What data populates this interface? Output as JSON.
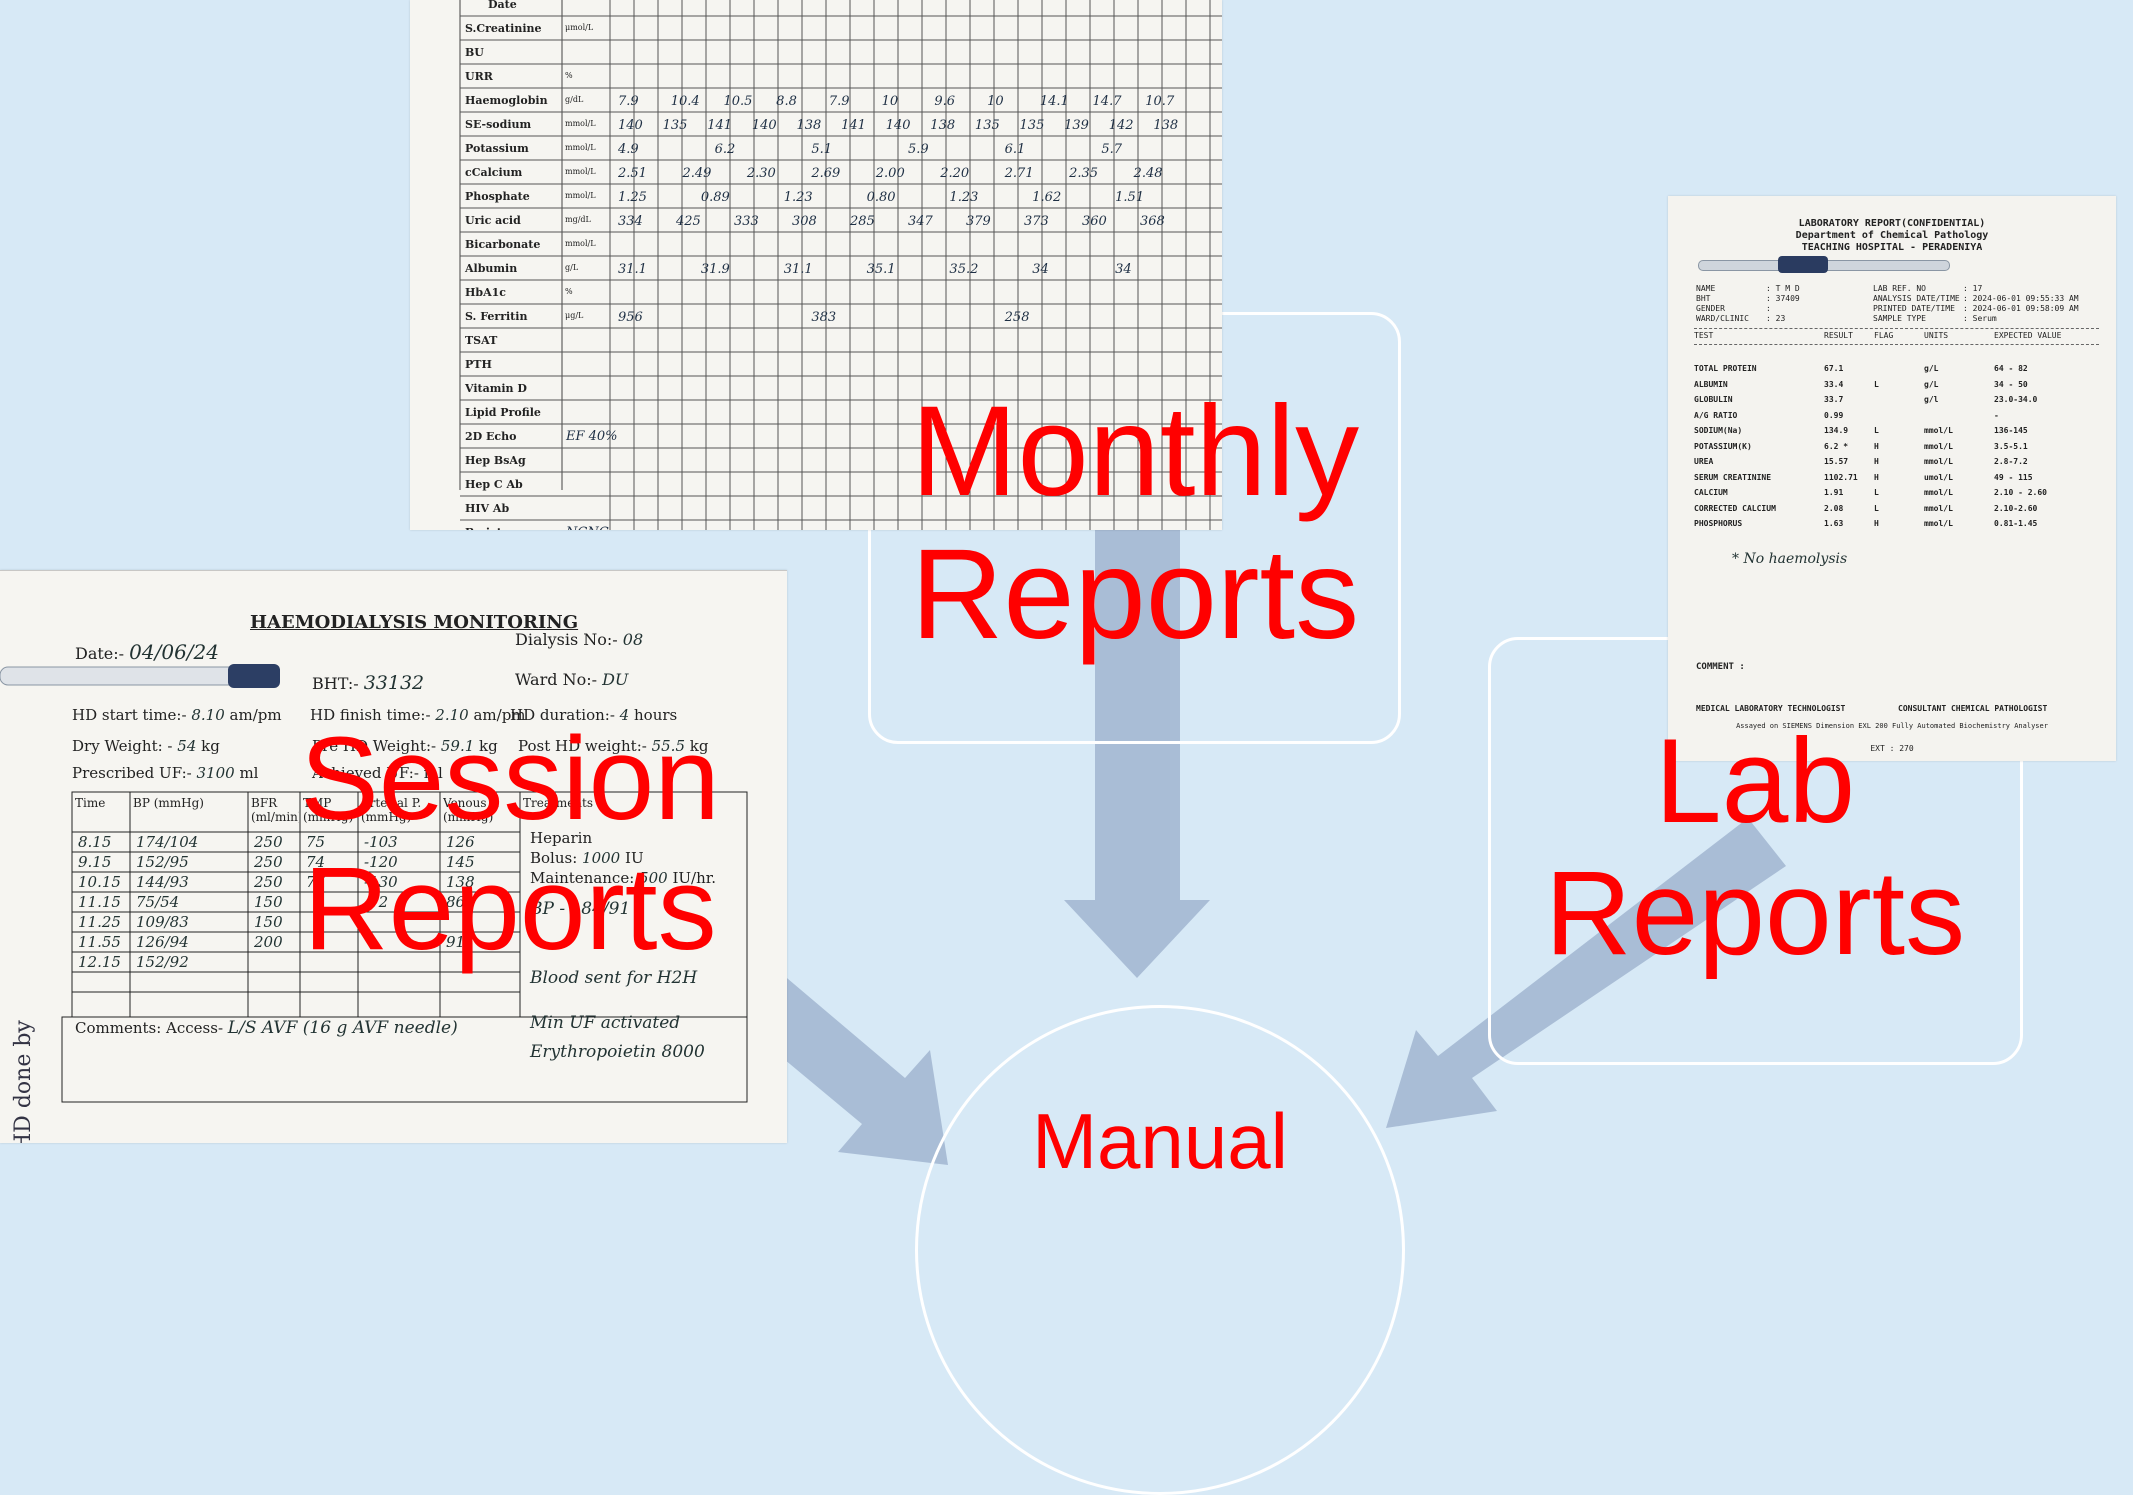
{
  "colors": {
    "background": "#d7e9f6",
    "frame": "#ffffff",
    "arrow": "#a9bdd6",
    "label": "#ff0000",
    "paper": "#f6f5f1",
    "ink": "#233340"
  },
  "labels": {
    "monthly": [
      "Monthly",
      "Reports"
    ],
    "session": [
      "Session",
      "Reports"
    ],
    "lab": [
      "Lab",
      "Reports"
    ],
    "manual": "Manual"
  },
  "monthly_doc": {
    "header": "Date",
    "rows": [
      {
        "name": "S.Creatinine",
        "unit": "μmol/L"
      },
      {
        "name": "BU",
        "unit": ""
      },
      {
        "name": "URR",
        "unit": "%"
      },
      {
        "name": "Haemoglobin",
        "unit": "g/dL"
      },
      {
        "name": "SE-sodium",
        "unit": "mmol/L"
      },
      {
        "name": "Potassium",
        "unit": "mmol/L"
      },
      {
        "name": "cCalcium",
        "unit": "mmol/L"
      },
      {
        "name": "Phosphate",
        "unit": "mmol/L"
      },
      {
        "name": "Uric acid",
        "unit": "mg/dL"
      },
      {
        "name": "Bicarbonate",
        "unit": "mmol/L"
      },
      {
        "name": "Albumin",
        "unit": "g/L"
      },
      {
        "name": "HbA1c",
        "unit": "%"
      },
      {
        "name": "S. Ferritin",
        "unit": "μg/L"
      },
      {
        "name": "TSAT",
        "unit": ""
      },
      {
        "name": "PTH",
        "unit": ""
      },
      {
        "name": "Vitamin D",
        "unit": ""
      },
      {
        "name": "Lipid Profile",
        "unit": ""
      },
      {
        "name": "2D Echo",
        "unit": ""
      },
      {
        "name": "Hep BsAg",
        "unit": ""
      },
      {
        "name": "Hep C Ab",
        "unit": ""
      },
      {
        "name": "HIV Ab",
        "unit": ""
      },
      {
        "name": "B picture",
        "unit": ""
      }
    ],
    "values": {
      "haemoglobin": [
        "7.9",
        "10.4",
        "10.5",
        "8.8",
        "7.9",
        "10",
        "9.6",
        "10",
        "14.1",
        "14.7",
        "10.7"
      ],
      "sodium": [
        "140",
        "135",
        "141",
        "140",
        "138",
        "141",
        "140",
        "138",
        "135",
        "135",
        "139",
        "142",
        "138"
      ],
      "potassium": [
        "4.9",
        "6.2",
        "5.1",
        "5.9",
        "6.1",
        "5.7"
      ],
      "calcium": [
        "2.51",
        "2.49",
        "2.30",
        "2.69",
        "2.00",
        "2.20",
        "2.71",
        "2.35",
        "2.48"
      ],
      "phosphate": [
        "1.25",
        "0.89",
        "1.23",
        "0.80",
        "1.23",
        "1.62",
        "1.51"
      ],
      "uric_acid": [
        "334",
        "425",
        "333",
        "308",
        "285",
        "347",
        "379",
        "373",
        "360",
        "368"
      ],
      "albumin": [
        "31.1",
        "31.9",
        "31.1",
        "35.1",
        "35.2",
        "34",
        "34"
      ],
      "ferritin": [
        "956",
        "383",
        "258"
      ],
      "notes": [
        "EF 40%",
        "NCNC"
      ]
    }
  },
  "session_doc": {
    "title": "HAEMODIALYSIS MONITORING",
    "date_label": "Date:-",
    "date_value": "04/06/24",
    "dialysis_no_label": "Dialysis No:-",
    "dialysis_no_value": "08",
    "bht_label": "BHT:-",
    "bht_value": "33132",
    "ward_label": "Ward No:-",
    "ward_value": "DU",
    "start_label": "HD start time:-",
    "start_value": "8.10",
    "start_unit": "am/pm",
    "finish_label": "HD finish time:-",
    "finish_value": "2.10",
    "finish_unit": "am/pm",
    "duration_label": "HD duration:-",
    "duration_value": "4",
    "duration_unit": "hours",
    "dry_label": "Dry Weight: -",
    "dry_value": "54",
    "dry_unit": "kg",
    "pre_label": "Pre HD Weight:-",
    "pre_value": "59.1",
    "pre_unit": "kg",
    "post_label": "Post HD weight:-",
    "post_value": "55.5",
    "post_unit": "kg",
    "uf_label": "Prescribed UF:-",
    "uf_value": "3100",
    "uf_unit": "ml",
    "achieved_label": "Achieved UF:-",
    "achieved_unit": "ml",
    "columns": [
      "Time",
      "BP (mmHg)",
      "BFR (ml/min)",
      "TMP (mmHg)",
      "Arterial P. (mmHg)",
      "Venous P. (mmHg)",
      "Treatments"
    ],
    "rows": [
      [
        "8.15",
        "174/104",
        "250",
        "75",
        "-103",
        "126"
      ],
      [
        "9.15",
        "152/95",
        "250",
        "74",
        "-120",
        "145"
      ],
      [
        "10.15",
        "144/93",
        "250",
        "77",
        "-130",
        "138"
      ],
      [
        "11.15",
        "75/54",
        "150",
        "",
        "-72",
        "86"
      ],
      [
        "11.25",
        "109/83",
        "150",
        "",
        "",
        ""
      ],
      [
        "11.55",
        "126/94",
        "200",
        "",
        "",
        "91"
      ],
      [
        "12.15",
        "152/92",
        "",
        "",
        "",
        ""
      ]
    ],
    "heparin": "Heparin",
    "bolus_label": "Bolus:",
    "bolus_value": "1000",
    "bolus_unit": "IU",
    "maintenance_label": "Maintenance:",
    "maintenance_value": "500",
    "maintenance_unit": "IU/hr.",
    "notes": [
      "BP - 184/91",
      "Blood sent for H2H",
      "Min UF activated",
      "Erythropoietin 8000"
    ],
    "comments_label": "Comments: Access-",
    "comments_value": "L/S AVF (16 g AVF needle)"
  },
  "lab_doc": {
    "title": "LABORATORY REPORT(CONFIDENTIAL)",
    "department": "Department of Chemical Pathology",
    "hospital": "TEACHING HOSPITAL - PERADENIYA",
    "meta_left": [
      {
        "label": "NAME",
        "value": ": T M D"
      },
      {
        "label": "BHT",
        "value": ": 37409"
      },
      {
        "label": "GENDER",
        "value": ":"
      },
      {
        "label": "WARD/CLINIC",
        "value": ": 23"
      }
    ],
    "meta_right": [
      {
        "label": "LAB REF. NO",
        "value": ": 17"
      },
      {
        "label": "ANALYSIS DATE/TIME",
        "value": ": 2024-06-01 09:55:33 AM"
      },
      {
        "label": "PRINTED DATE/TIME",
        "value": ": 2024-06-01 09:58:09 AM"
      },
      {
        "label": "SAMPLE TYPE",
        "value": ": Serum"
      }
    ],
    "columns": [
      "TEST",
      "RESULT",
      "FLAG",
      "UNITS",
      "EXPECTED VALUE"
    ],
    "rows": [
      [
        "TOTAL PROTEIN",
        "67.1",
        "",
        "g/L",
        "64 - 82"
      ],
      [
        "ALBUMIN",
        "33.4",
        "L",
        "g/L",
        "34 - 50"
      ],
      [
        "GLOBULIN",
        "33.7",
        "",
        "g/l",
        "23.0-34.0"
      ],
      [
        "A/G RATIO",
        "0.99",
        "",
        "",
        "-"
      ],
      [
        "SODIUM(Na)",
        "134.9",
        "L",
        "mmol/L",
        "136-145"
      ],
      [
        "POTASSIUM(K)",
        "6.2 *",
        "H",
        "mmol/L",
        "3.5-5.1"
      ],
      [
        "UREA",
        "15.57",
        "H",
        "mmol/L",
        "2.8-7.2"
      ],
      [
        "SERUM CREATININE",
        "1102.71",
        "H",
        "umol/L",
        "49 - 115"
      ],
      [
        "CALCIUM",
        "1.91",
        "L",
        "mmol/L",
        "2.10 - 2.60"
      ],
      [
        "CORRECTED CALCIUM",
        "2.08",
        "L",
        "mmol/L",
        "2.10-2.60"
      ],
      [
        "PHOSPHORUS",
        "1.63",
        "H",
        "mmol/L",
        "0.81-1.45"
      ]
    ],
    "note": "* No haemolysis",
    "comment_label": "COMMENT :",
    "technologist": "MEDICAL LABORATORY TECHNOLOGIST",
    "pathologist": "CONSULTANT CHEMICAL PATHOLOGIST",
    "footer": "Assayed on SIEMENS Dimension EXL 200 Fully Automated Biochemistry Analyser",
    "ext": "EXT : 270"
  }
}
